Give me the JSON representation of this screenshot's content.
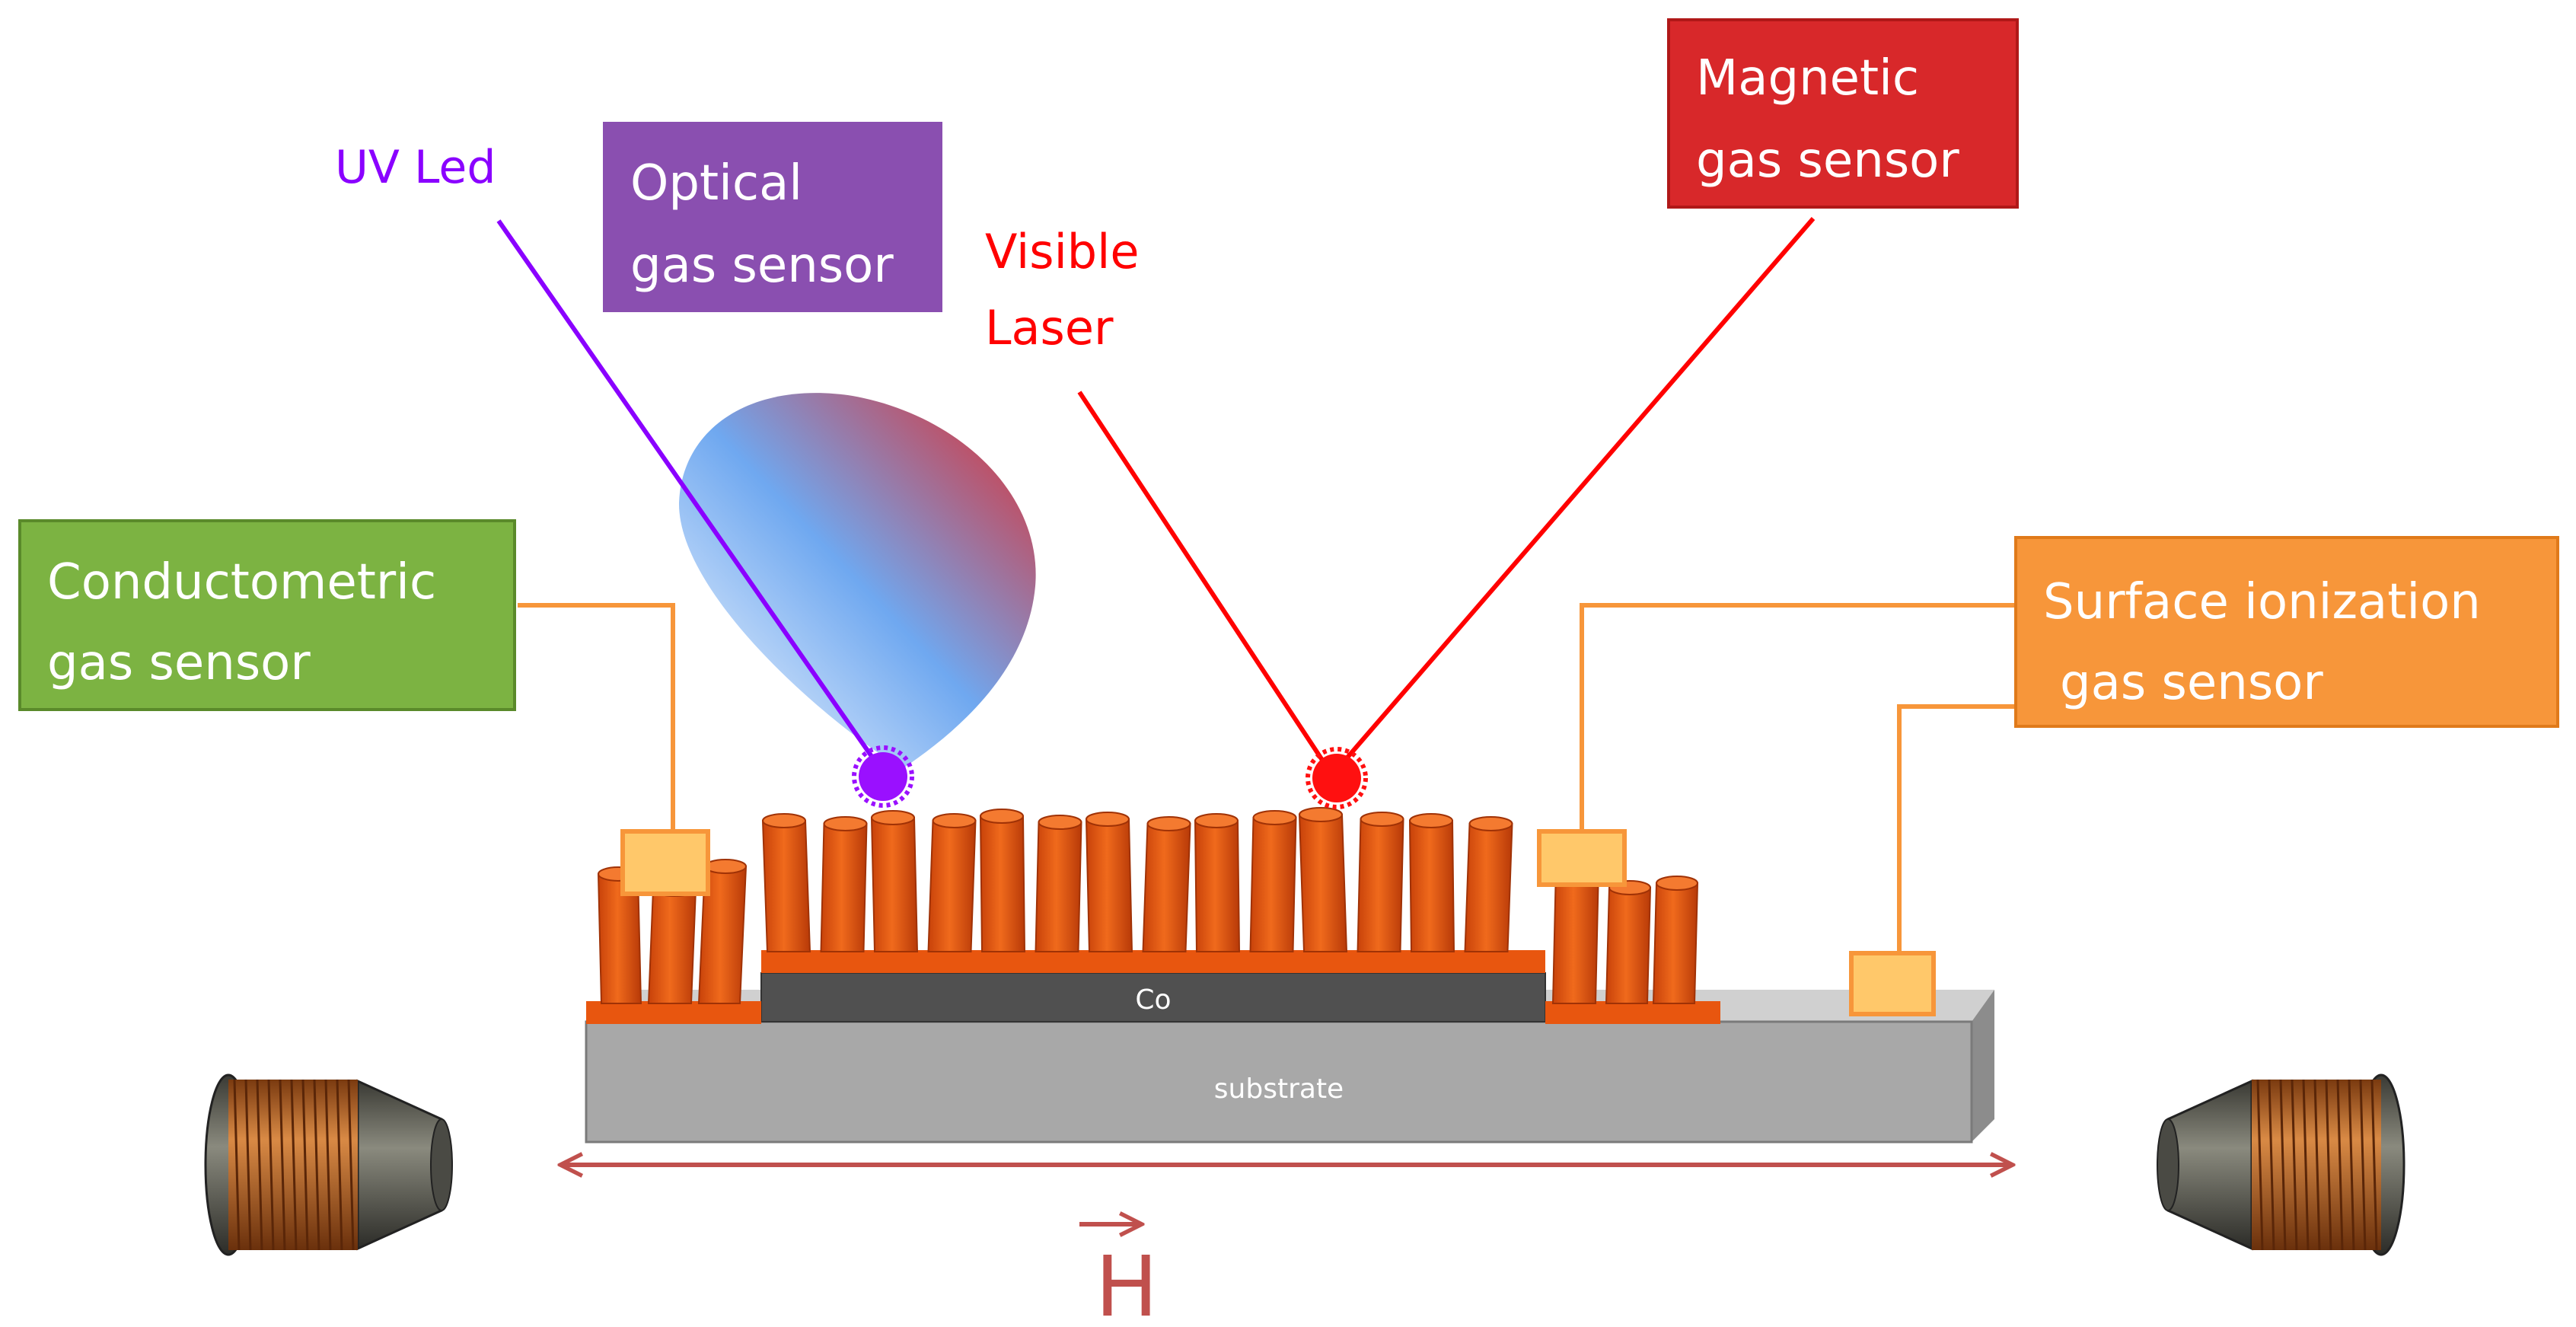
{
  "labels": {
    "optical": [
      "Optical",
      "gas sensor"
    ],
    "magnetic": [
      "Magnetic",
      "gas sensor"
    ],
    "conductometric": [
      "Conductometric",
      "gas sensor"
    ],
    "surface_ionization": [
      "Surface ionization",
      "gas sensor"
    ],
    "uv_led": "UV Led",
    "visible_laser": [
      "Visible",
      "Laser"
    ],
    "co_layer": "Co",
    "substrate": "substrate",
    "field_symbol": "H"
  },
  "colors": {
    "optical_box": "#8a4fb0",
    "magnetic_box": "#d8282a",
    "conductometric_box": "#7cb342",
    "surface_box": "#f7963a",
    "uv": "#8a00ff",
    "laser": "#ff0000",
    "wire": "#f7963a",
    "pillar": "#e8560f",
    "contact_pad": "#ffc86a",
    "co_layer": "#505050",
    "substrate": "#a8a8a8",
    "field_arrow": "#c0504d",
    "coil_copper": "#b8651f"
  }
}
